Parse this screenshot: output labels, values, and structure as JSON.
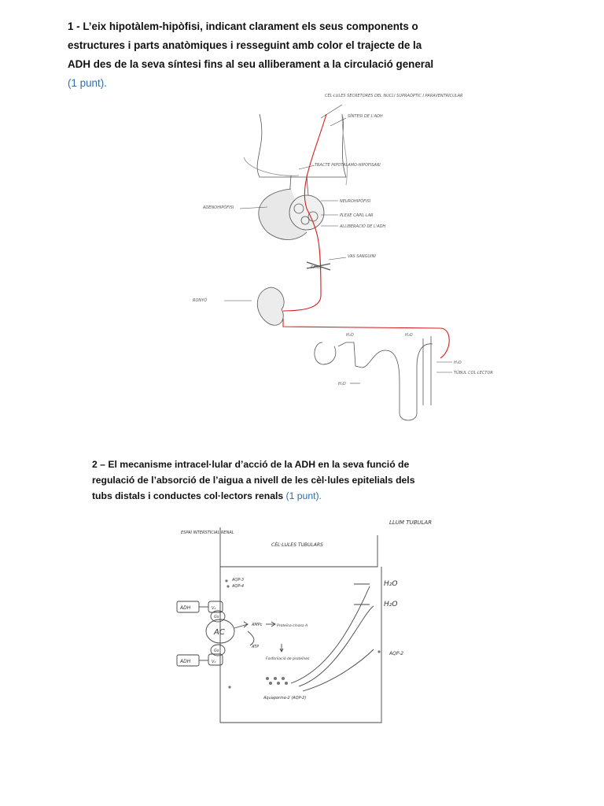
{
  "question1": {
    "text": "1 - L’eix hipotàlem-hipòfisi, indicant clarament els seus components o estructures i parts anatòmiques i resseguint amb color el trajecte de la ADH des de la seva síntesi fins al seu alliberament a la circulació general",
    "points": "(1 punt)."
  },
  "figure1_labels": {
    "neurons": "CÈL·LULES SECRETORES DEL NUCLI SUPRAÒPTIC I PARAVENTRICULAR",
    "synthesis": "SÍNTESI DE L'ADH",
    "tract": "TRACTE HIPOTALAMO-HIPOFISARI",
    "adenohypophysis": "ADENOHIPÒFISI",
    "neurohypophysis": "NEUROHIPÒFISI",
    "plexus": "PLEXE CAPIL·LAR",
    "release": "ALLIBERACIÓ DE L'ADH",
    "vessel": "VAS SANGUINI",
    "blood": "SANG",
    "kidney": "RONYÓ",
    "water1": "H₂O",
    "water2": "H₂O",
    "water3": "H₂O",
    "duct": "TÚBUL COL·LECTOR",
    "water4": "H₂O"
  },
  "question2": {
    "text": "2 – El mecanisme intracel·lular d’acció de la ADH en la seva funció de regulació de l’absorció de l’aigua a nivell de les cèl·lules epitelials dels tubs distals i conductes col·lectors renals",
    "points": "(1 punt)."
  },
  "figure2_labels": {
    "interstitial": "ESPAI INTERSTICIAL RENAL",
    "lumen": "LLUM TUBULAR",
    "cells": "CÈL·LULES TUBULARS",
    "aqp34_a": "AQP-3",
    "aqp34_b": "AQP-4",
    "adh1": "ADH",
    "v2_1": "V₂",
    "gs1": "Gs",
    "ac": "AC",
    "gs2": "Gs",
    "adh2": "ADH",
    "v2_2": "V₂",
    "camp": "AMPc",
    "atp": "ATP",
    "pka": "Proteïna cinasa A",
    "phos": "Fosforilació de proteïnes",
    "aqp2_vesicles": "Aquaporina-2 (AQP-2)",
    "h2o_1": "H₂O",
    "h2o_2": "H₂O",
    "aqp2": "AQP-2"
  },
  "colors": {
    "adh_path": "#d42020",
    "points_link": "#2a6db5"
  }
}
